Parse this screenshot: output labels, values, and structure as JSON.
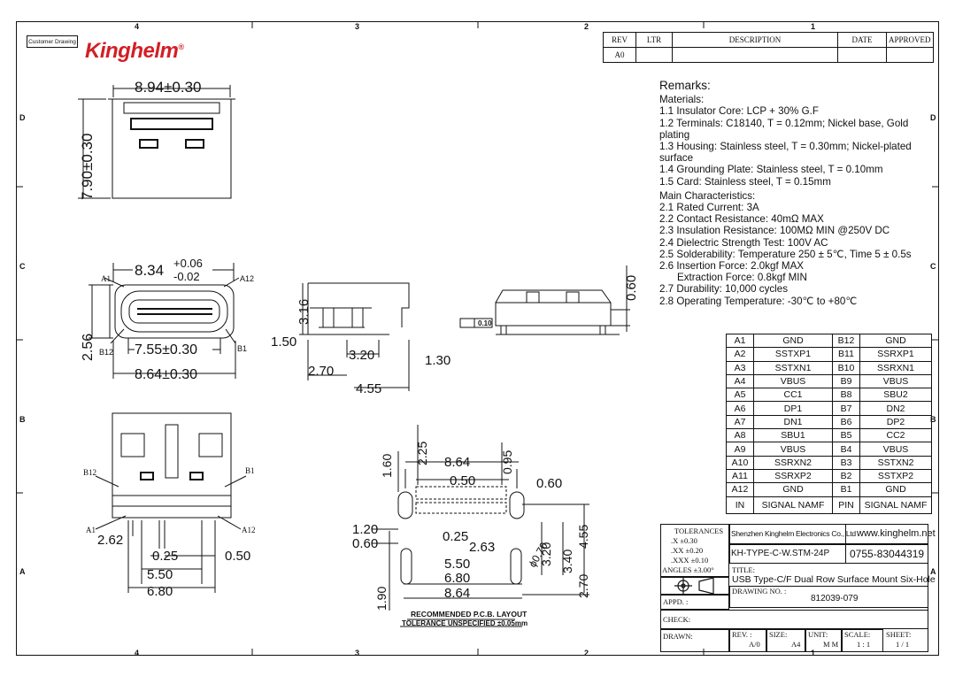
{
  "frame": {
    "zones_top": [
      "4",
      "3",
      "2",
      "1"
    ],
    "zones_side": [
      "D",
      "C",
      "B",
      "A"
    ],
    "customer_drawing": "Customer Drawing"
  },
  "logo": {
    "text": "Kinghelm",
    "mark": "®",
    "color": "#d21f26"
  },
  "revision": {
    "headers": [
      "REV",
      "LTR",
      "DESCRIPTION",
      "DATE",
      "APPROVED"
    ],
    "row": [
      "A0",
      "",
      "",
      "",
      ""
    ]
  },
  "remarks": {
    "title": "Remarks:",
    "materials_title": "Materials:",
    "materials": [
      "1.1 Insulator Core: LCP + 30% G.F",
      "1.2 Terminals: C18140, T = 0.12mm; Nickel base, Gold plating",
      "1.3 Housing: Stainless steel, T = 0.30mm; Nickel-plated surface",
      "1.4 Grounding Plate: Stainless steel, T = 0.10mm",
      "1.5 Card: Stainless steel, T = 0.15mm"
    ],
    "characteristics_title": "Main Characteristics:",
    "characteristics": [
      "2.1 Rated Current: 3A",
      "2.2 Contact Resistance: 40mΩ MAX",
      "2.3 Insulation Resistance: 100MΩ MIN @250V DC",
      "2.4 Dielectric Strength Test: 100V AC",
      "2.5 Solderability: Temperature 250 ± 5℃, Time 5 ± 0.5s",
      "2.6 Insertion Force: 2.0kgf MAX",
      "Extraction Force: 0.8kgf MIN",
      "2.7 Durability: 10,000 cycles",
      "2.8 Operating Temperature: -30℃ to +80℃"
    ]
  },
  "pins": {
    "rows": [
      [
        "A1",
        "GND",
        "B12",
        "GND"
      ],
      [
        "A2",
        "SSTXP1",
        "B11",
        "SSRXP1"
      ],
      [
        "A3",
        "SSTXN1",
        "B10",
        "SSRXN1"
      ],
      [
        "A4",
        "VBUS",
        "B9",
        "VBUS"
      ],
      [
        "A5",
        "CC1",
        "B8",
        "SBU2"
      ],
      [
        "A6",
        "DP1",
        "B7",
        "DN2"
      ],
      [
        "A7",
        "DN1",
        "B6",
        "DP2"
      ],
      [
        "A8",
        "SBU1",
        "B5",
        "CC2"
      ],
      [
        "A9",
        "VBUS",
        "B4",
        "VBUS"
      ],
      [
        "A10",
        "SSRXN2",
        "B3",
        "SSTXN2"
      ],
      [
        "A11",
        "SSRXP2",
        "B2",
        "SSTXP2"
      ],
      [
        "A12",
        "GND",
        "B1",
        "GND"
      ]
    ],
    "header": [
      "IN",
      "SIGNAL NAMF",
      "PIN",
      "SIGNAL NAMF"
    ]
  },
  "title_block": {
    "tolerances_title": "TOLERANCES",
    "tol_rows": [
      ".X    ±0.30",
      ".XX   ±0.20",
      ".XXX  ±0.10",
      "ANGLES ±3.00°"
    ],
    "company": "Shenzhen Kinghelm Electronics Co., Ltd",
    "website": "www.kinghelm.net",
    "part_no": "KH-TYPE-C-W.STM-24P",
    "phone": "0755-83044319",
    "title_label": "TITLE:",
    "title": "USB Type-C/F Dual Row Surface Mount Six-Hole",
    "drawing_no_label": "DRAWING NO. :",
    "drawing_no": "812039-079",
    "appd": "APPD. :",
    "check": "CHECK:",
    "drawn": "DRAWN:",
    "rev_label": "REV. :",
    "rev": "A/0",
    "size_label": "SIZE:",
    "size": "A4",
    "unit_label": "UNIT:",
    "unit": "M M",
    "scale_label": "SCALE:",
    "scale": "1 : 1",
    "sheet_label": "SHEET:",
    "sheet": "1 / 1"
  },
  "dims": {
    "top_width": "8.94±0.30",
    "top_height": "7.90±0.30",
    "front_width": "8.34",
    "front_tol_plus": "+0.06",
    "front_tol_minus": "-0.02",
    "front_inner": "7.55±0.30",
    "front_outer": "8.64±0.30",
    "front_height": "2.56",
    "label_a1": "A1",
    "label_a12": "A12",
    "label_b12": "B12",
    "label_b1": "B1",
    "side_316": "3.16",
    "side_150": "1.50",
    "side_320": "3.20",
    "side_130": "1.30",
    "side_270": "2.70",
    "side_455": "4.55",
    "rear_060": "0.60",
    "flatness": "0.10",
    "bottom_262": "2.62",
    "bottom_025": "0.25",
    "bottom_050": "0.50",
    "bottom_550": "5.50",
    "bottom_680": "6.80",
    "pcb_225": "2.25",
    "pcb_160": "1.60",
    "pcb_864": "8.64",
    "pcb_095": "0.95",
    "pcb_050": "0.50",
    "pcb_060": "0.60",
    "pcb_120": "1.20",
    "pcb_060b": "0.60",
    "pcb_025": "0.25",
    "pcb_263": "2.63",
    "pcb_320": "3.20",
    "pcb_340": "3.40",
    "pcb_455": "4.55",
    "pcb_550": "5.50",
    "pcb_680": "6.80",
    "pcb_270": "2.70",
    "pcb_190": "1.90",
    "pcb_864b": "8.64",
    "pcb_phi": "ϕ0.70",
    "pcb_title": "RECOMMENDED  P.C.B.  LAYOUT",
    "pcb_tol": "TOLERANCE  UNSPECIFIED  ±0.05mm"
  }
}
